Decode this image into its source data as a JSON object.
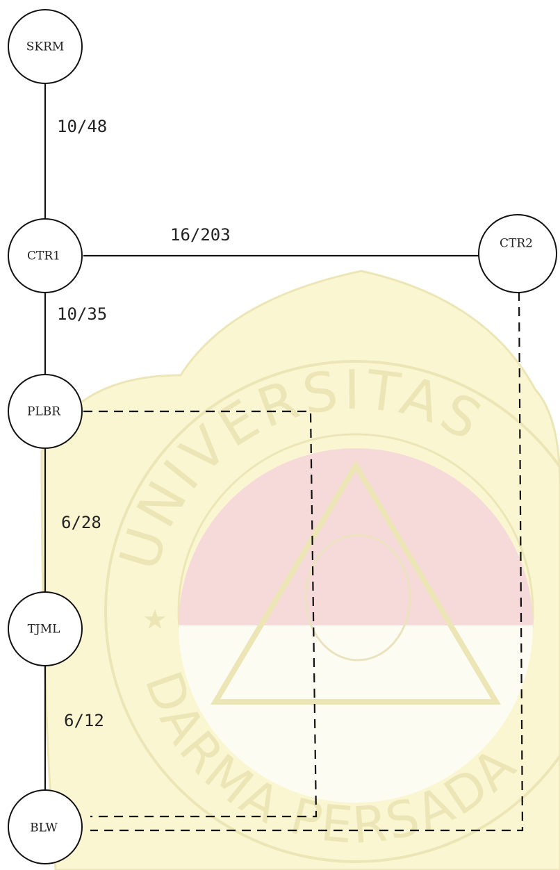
{
  "nodes": {
    "skrm": "SKRM",
    "ctr1": "CTR1",
    "ctr2": "CTR2",
    "plbr": "PLBR",
    "tjml": "TJML",
    "blw": "BLW"
  },
  "links": {
    "skrm_ctr1": "10/48",
    "ctr1_ctr2": "16/203",
    "ctr1_plbr": "10/35",
    "plbr_tjml": "6/28",
    "tjml_blw": "6/12"
  },
  "watermark": {
    "text_top": "UNIVERSITAS",
    "text_bottom": "DARMA PERSADA",
    "colors": {
      "yellow": "#fbf6d2",
      "red": "#f6dada",
      "outline": "#ece6b6"
    }
  },
  "colors": {
    "line": "#111111",
    "node_fill": "#ffffff"
  }
}
